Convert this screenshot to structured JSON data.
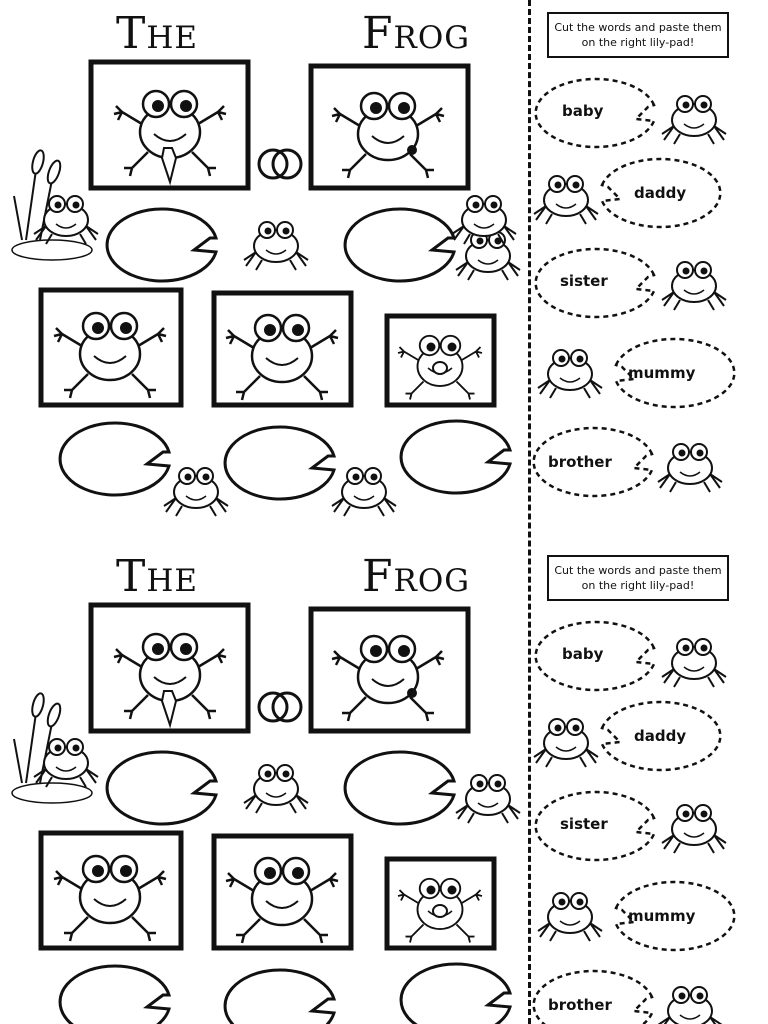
{
  "worksheets": [
    {
      "title_left": "The",
      "title_right": "Frog",
      "instructions": "Cut the words and paste them on the right lily-pad!",
      "words": [
        "baby",
        "daddy",
        "sister",
        "mummy",
        "brother"
      ]
    },
    {
      "title_left": "The",
      "title_right": "Frog",
      "instructions": "Cut the words and paste them on the right lily-pad!",
      "words": [
        "baby",
        "daddy",
        "sister",
        "mummy",
        "brother"
      ]
    }
  ]
}
